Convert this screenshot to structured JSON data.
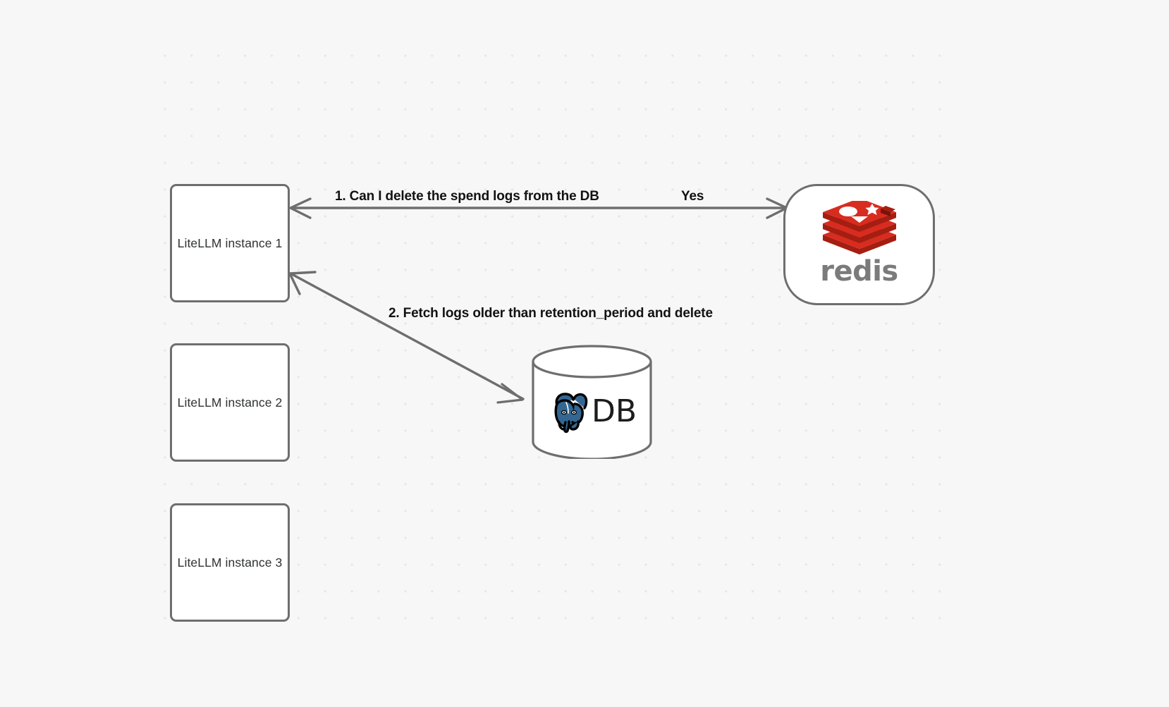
{
  "canvas": {
    "background_color": "#f7f7f7",
    "grid": "dot-grid"
  },
  "nodes": [
    {
      "id": "litellm-1",
      "label": "LiteLLM instance 1",
      "shape": "rounded-rect"
    },
    {
      "id": "litellm-2",
      "label": "LiteLLM instance 2",
      "shape": "rounded-rect"
    },
    {
      "id": "litellm-3",
      "label": "LiteLLM instance 3",
      "shape": "rounded-rect"
    },
    {
      "id": "redis",
      "label": "redis",
      "shape": "rounded-square",
      "icon": "redis-logo-icon"
    },
    {
      "id": "db",
      "label": "DB",
      "shape": "cylinder",
      "icon": "postgresql-elephant-icon"
    }
  ],
  "edges": [
    {
      "id": "edge-1",
      "from": "litellm-1",
      "to": "redis",
      "direction": "bidirectional",
      "label": "1.  Can I delete the spend logs from the DB",
      "secondary_label": "Yes"
    },
    {
      "id": "edge-2",
      "from": "db",
      "to": "litellm-1",
      "direction": "single",
      "label": "2.  Fetch logs older than retention_period and delete"
    }
  ],
  "colors": {
    "node_border": "#6e6e6e",
    "node_fill": "#ffffff",
    "edge_stroke": "#6e6e6e",
    "label_text": "#121212",
    "node_text": "#2f3133",
    "redis_red": "#d82c20",
    "redis_dark_red": "#a41e11",
    "redis_wordmark_gray": "#7b7b7b",
    "postgres_blue": "#336791",
    "grid_dot": "#e6e6e8"
  }
}
